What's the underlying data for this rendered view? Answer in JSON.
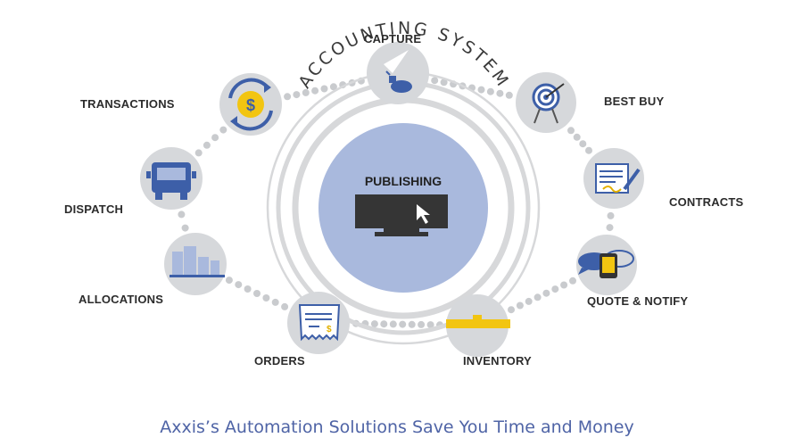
{
  "diagram": {
    "center_arc_text": "ACCOUNTING SYSTEM",
    "center_label": "PUBLISHING",
    "nodes": [
      {
        "label": "CAPTURE",
        "icon": "bird-fingerprint-icon"
      },
      {
        "label": "BEST BUY",
        "icon": "target-icon"
      },
      {
        "label": "CONTRACTS",
        "icon": "contract-pen-icon"
      },
      {
        "label": "QUOTE & NOTIFY",
        "icon": "chat-phone-icon"
      },
      {
        "label": "INVENTORY",
        "icon": "scale-icon"
      },
      {
        "label": "ORDERS",
        "icon": "receipt-icon"
      },
      {
        "label": "ALLOCATIONS",
        "icon": "buildings-icon"
      },
      {
        "label": "DISPATCH",
        "icon": "truck-icon"
      },
      {
        "label": "TRANSACTIONS",
        "icon": "dollar-cycle-icon"
      }
    ]
  },
  "caption": "Axxis’s Automation Solutions Save You Time and Money",
  "colors": {
    "node_fill": "#d6d8db",
    "dots": "#c9cbce",
    "center_fill": "#a9b9dd",
    "accent_blue": "#3d5fa8",
    "accent_yellow": "#f2c511",
    "monitor": "#333333",
    "caption": "#4f64a6"
  }
}
